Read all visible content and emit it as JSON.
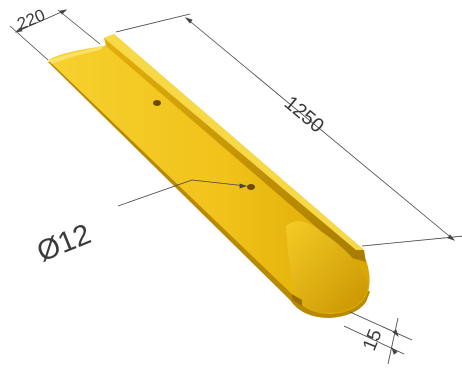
{
  "dimensions": {
    "width_label": "220",
    "length_label": "1250",
    "hole_label": "Ø12",
    "thickness_label": "15"
  },
  "colors": {
    "body_main": "#f2c417",
    "body_light": "#f8d63a",
    "body_shadow": "#c99600",
    "body_dark": "#8a6400",
    "dimension_line": "#444444"
  }
}
